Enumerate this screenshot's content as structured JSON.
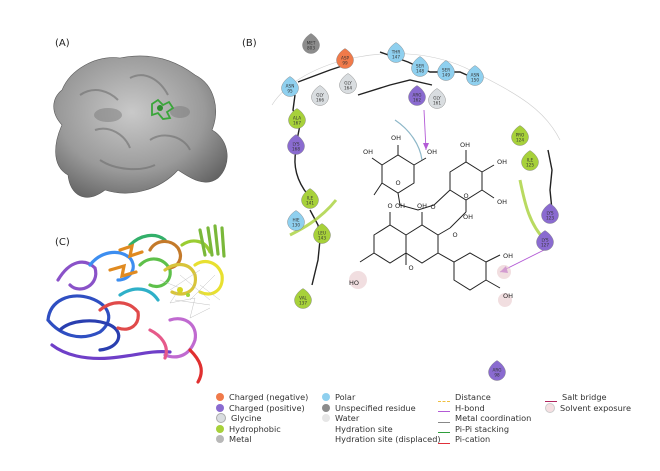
{
  "panels": {
    "a": "(A)",
    "b": "(B)",
    "c": "(C)"
  },
  "residues": [
    {
      "id": "met",
      "name": "MET",
      "num": "803",
      "type": "unspecified"
    },
    {
      "id": "asp",
      "name": "ASP",
      "num": "99",
      "type": "negative"
    },
    {
      "id": "thr147",
      "name": "THR",
      "num": "147",
      "type": "polar"
    },
    {
      "id": "ser148",
      "name": "SER",
      "num": "148",
      "type": "polar"
    },
    {
      "id": "ser149",
      "name": "SER",
      "num": "149",
      "type": "polar"
    },
    {
      "id": "asn150",
      "name": "ASN",
      "num": "150",
      "type": "polar"
    },
    {
      "id": "asn95",
      "name": "ASN",
      "num": "95",
      "type": "polar"
    },
    {
      "id": "gly166",
      "name": "GLY",
      "num": "166",
      "type": "glycine"
    },
    {
      "id": "gly164",
      "name": "GLY",
      "num": "164",
      "type": "glycine"
    },
    {
      "id": "arg162",
      "name": "ARG",
      "num": "162",
      "type": "positive"
    },
    {
      "id": "gly161",
      "name": "GLY",
      "num": "161",
      "type": "glycine"
    },
    {
      "id": "ala167",
      "name": "ALA",
      "num": "167",
      "type": "hydrophobic"
    },
    {
      "id": "lys168",
      "name": "LYS",
      "num": "168",
      "type": "positive"
    },
    {
      "id": "pro124",
      "name": "PRO",
      "num": "124",
      "type": "hydrophobic"
    },
    {
      "id": "ile125",
      "name": "ILE",
      "num": "125",
      "type": "hydrophobic"
    },
    {
      "id": "lys123",
      "name": "LYS",
      "num": "123",
      "type": "positive"
    },
    {
      "id": "lys127",
      "name": "LYS",
      "num": "127",
      "type": "positive"
    },
    {
      "id": "ile141",
      "name": "ILE",
      "num": "141",
      "type": "hydrophobic"
    },
    {
      "id": "his130",
      "name": "HIE",
      "num": "130",
      "type": "polar"
    },
    {
      "id": "leu143",
      "name": "LEU",
      "num": "143",
      "type": "hydrophobic"
    },
    {
      "id": "val137",
      "name": "VAL",
      "num": "137",
      "type": "hydrophobic"
    },
    {
      "id": "arg98",
      "name": "ARG",
      "num": "98",
      "type": "positive"
    }
  ],
  "atoms": {
    "oh": "OH",
    "o": "O",
    "ho": "HO"
  },
  "legend": {
    "col1": [
      "Charged (negative)",
      "Charged (positive)",
      "Glycine",
      "Hydrophobic",
      "Metal"
    ],
    "col2": [
      "Polar",
      "Unspecified residue",
      "Water",
      "Hydration site",
      "Hydration site (displaced)"
    ],
    "col3": [
      "Distance",
      "H-bond",
      "Metal coordination",
      "Pi-Pi stacking",
      "Pi-cation"
    ],
    "col4": [
      "Salt bridge",
      "Solvent exposure"
    ]
  },
  "colors": {
    "negative": "#f07a4a",
    "positive": "#8a6bd0",
    "glycine": "#d9dde0",
    "hydrophobic": "#a7d13a",
    "metal": "#b8b8b8",
    "polar": "#8fd0ef",
    "unspecified": "#8c8c8c",
    "water": "#d8d8d8",
    "hbond": "#b35ad6",
    "pipi": "#2e9e3b",
    "pication": "#e0303a",
    "saltbridge": "#b0255d",
    "distance": "#f0c040",
    "surface": "#8f8f8f"
  }
}
